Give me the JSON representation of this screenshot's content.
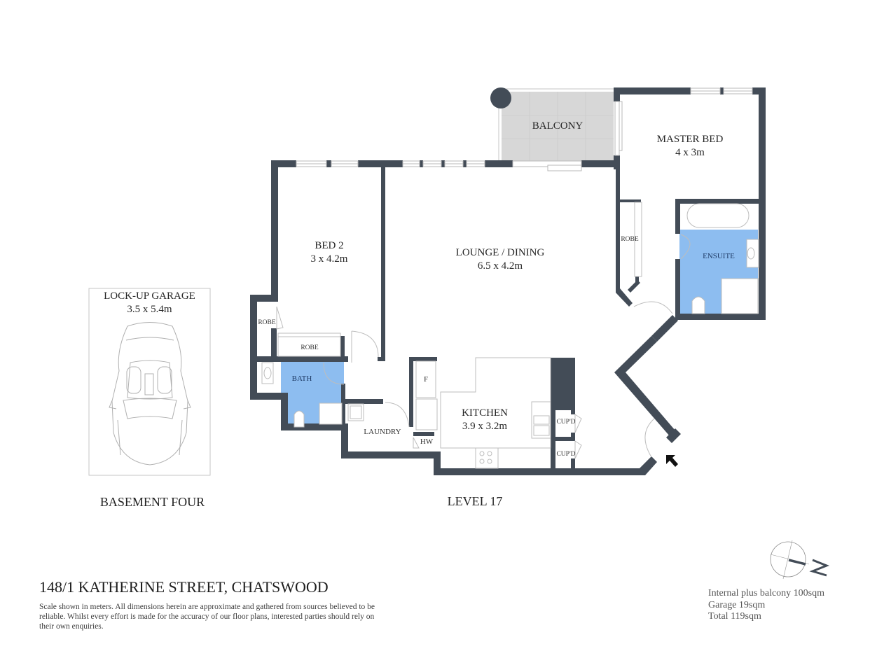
{
  "property": {
    "address": "148/1 KATHERINE STREET, CHATSWOOD",
    "disclaimer": "Scale shown in meters. All dimensions herein are approximate and gathered from sources believed to be  reliable. Whilst every effort is made for the accuracy of our floor plans, interested parties should rely on their own enquiries."
  },
  "levels": {
    "basement": "BASEMENT FOUR",
    "main": "LEVEL 17"
  },
  "garage": {
    "name": "LOCK-UP GARAGE",
    "size": "3.5 x 5.4m",
    "icon": "car-topview-icon"
  },
  "rooms": {
    "balcony": {
      "name": "BALCONY"
    },
    "master_bed": {
      "name": "MASTER BED",
      "size": "4 x 3m"
    },
    "bed2": {
      "name": "BED 2",
      "size": "3 x 4.2m"
    },
    "lounge": {
      "name": "LOUNGE / DINING",
      "size": "6.5 x 4.2m"
    },
    "kitchen": {
      "name": "KITCHEN",
      "size": "3.9 x 3.2m"
    },
    "ensuite": {
      "name": "ENSUITE"
    },
    "bath": {
      "name": "BATH"
    },
    "laundry": {
      "name": "LAUNDRY"
    },
    "robe_master": {
      "name": "ROBE"
    },
    "robe_bed2_side": {
      "name": "ROBE"
    },
    "robe_bed2_bottom": {
      "name": "ROBE"
    },
    "fridge": {
      "name": "F"
    },
    "hot_water": {
      "name": "HW"
    },
    "cupd_1": {
      "name": "CUP'D"
    },
    "cupd_2": {
      "name": "CUP'D"
    }
  },
  "compass": {
    "label": "N",
    "icon": "north-compass-icon"
  },
  "areas": {
    "internal": "Internal plus balcony 100sqm",
    "garage": "Garage 19sqm",
    "total": "Total 119sqm"
  },
  "entry": {
    "icon": "entry-arrow-icon"
  },
  "colors": {
    "wall": "#434c57",
    "wet_area": "#8dbdf0",
    "balcony": "#d7d7d7",
    "fixture_line": "#bdbdbd"
  }
}
